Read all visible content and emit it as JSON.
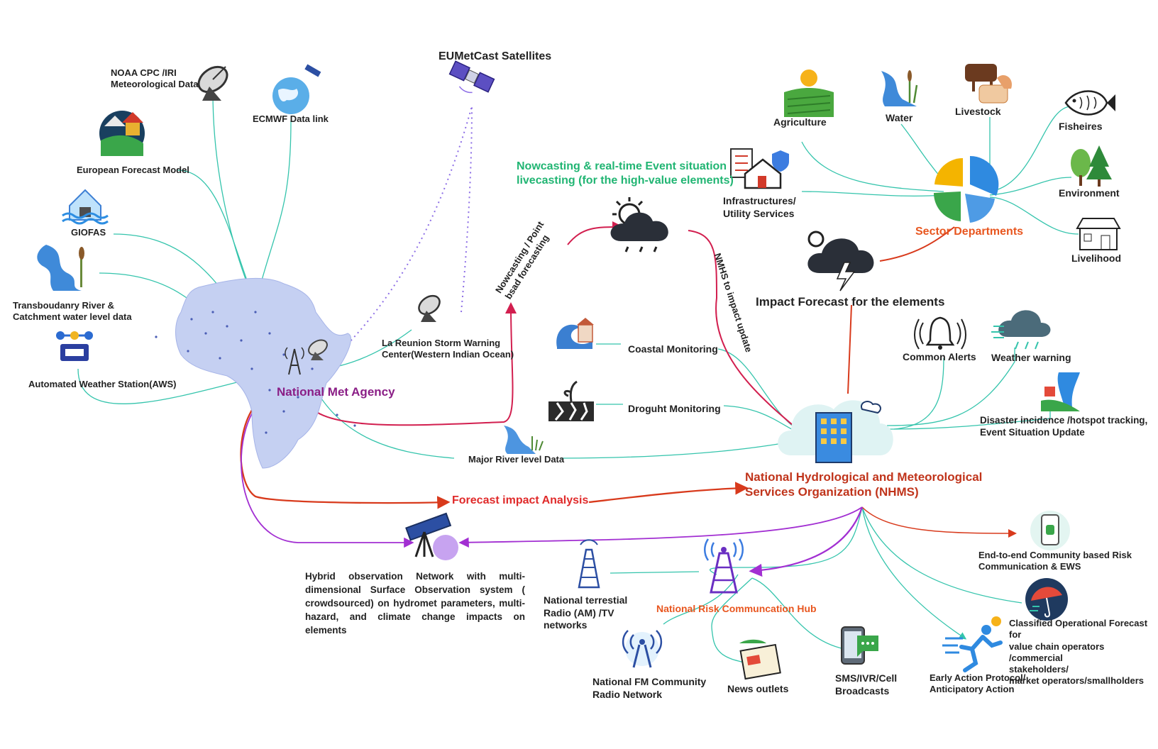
{
  "labels": {
    "noaa": "NOAA CPC /IRI\nMeteorological Data",
    "ecmwf": "ECMWF Data link",
    "eumetcast": "EUMetCast Satellites",
    "european_model": "European Forecast Model",
    "giofas": "GIOFAS",
    "transboundary": "Transboudanry River &\nCatchment water level data",
    "aws": "Automated Weather Station(AWS)",
    "la_reunion": "La Reunion Storm Warning\nCenter(Western Indian Ocean)",
    "national_met": "National Met Agency",
    "nowcasting_title": "Nowcasting & real-time Event situation\nlivecasting  (for the high-value elements)",
    "nowcasting_point": "Nowcasting / Point\nbsad forecasting",
    "nmhs_update": "NMHS to impact update",
    "coastal": "Coastal Monitoring",
    "drought": "Droguht Monitoring",
    "river_level": "Major River level Data",
    "forecast_impact": "Forecast  impact Analysis",
    "nhms": "National Hydrological and Meteorological\nServices Organization (NHMS)",
    "impact_forecast": "Impact Forecast for the elements",
    "common_alerts": "Common Alerts",
    "weather_warning": "Weather warning",
    "disaster": "Disaster incidence /hotspot tracking,\nEvent Situation Update",
    "infrastructures": "Infrastructures/\nUtility Services",
    "agriculture": "Agriculture",
    "water": "Water",
    "livestock": "Livestock",
    "fisheries": "Fisheires",
    "environment": "Environment",
    "livelihood": "Livelihood",
    "sector": "Sector Departments",
    "hybrid": "Hybrid observation Network with multi-dimensional Surface Observation system ( crowdsourced) on hydromet parameters, multi-hazard, and climate change impacts on elements",
    "terrestrial": "National terrestial\nRadio (AM) /TV\nnetworks",
    "risk_hub": "National Risk Communcation Hub",
    "fm_radio": "National FM Community\nRadio Network",
    "news": "News outlets",
    "sms": "SMS/IVR/Cell\nBroadcasts",
    "early_action": "Early Action Protocol/\nAnticipatory Action",
    "end_to_end": "End-to-end Community based Risk\nCommunication & EWS",
    "classified": "Classified Operational Forecast for\nvalue chain operators /commercial\nstakeholders/\nmarket operators/smallholders"
  },
  "colors": {
    "teal": "#34c4ac",
    "crimson": "#d21f4f",
    "purple": "#a22fd2",
    "dotted": "#8d6ee6",
    "red_orange": "#d83a1c",
    "green_title": "#21b573",
    "met_agency": "#8a1e86",
    "nhms_text": "#c0341b",
    "sector_text": "#e8561f",
    "hub_text": "#e8561f",
    "forecast_text": "#e02a2a"
  },
  "icons": [
    "satellite-dish-icon",
    "globe-satellite-icon",
    "satellite-icon",
    "house-ecosystem-icon",
    "flood-house-icon",
    "river-icon",
    "weather-station-icon",
    "africa-map-icon",
    "sun-cloud-icon",
    "storm-cloud-icon",
    "coastal-icon",
    "drought-icon",
    "river-level-icon",
    "building-cloud-icon",
    "bell-icon",
    "weather-warning-icon",
    "tornado-icon",
    "infrastructure-icon",
    "farm-icon",
    "water-icon",
    "livestock-icon",
    "fish-icon",
    "trees-icon",
    "house-icon",
    "pie-chart-icon",
    "telescope-icon",
    "radio-tower-icon",
    "broadcast-tower-icon",
    "fm-antenna-icon",
    "newspaper-icon",
    "phone-sms-icon",
    "runner-icon",
    "mobile-app-icon",
    "umbrella-icon"
  ]
}
